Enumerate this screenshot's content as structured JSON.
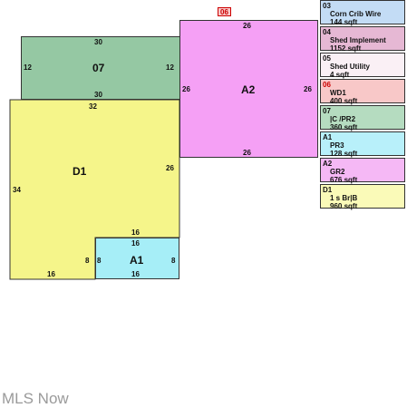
{
  "marker": {
    "code": "06"
  },
  "rooms": {
    "room07": {
      "label": "07",
      "top": "30",
      "bottom": "30",
      "left": "12",
      "right": "12",
      "color": "#95c8a3"
    },
    "roomA2": {
      "label": "A2",
      "top": "26",
      "bottom": "26",
      "left": "26",
      "right": "26",
      "color": "#f5a0f5"
    },
    "roomD1": {
      "label": "D1",
      "top": "32",
      "left": "34",
      "right": "26",
      "bottom": "16",
      "step_top": "16",
      "step_side": "8",
      "color": "#f5f58a"
    },
    "roomA1": {
      "label": "A1",
      "top": "16",
      "bottom": "16",
      "left": "8",
      "right": "8",
      "color": "#a6eef7"
    }
  },
  "legend": [
    {
      "code": "03",
      "name": "Corn Crib Wire",
      "area": "144 sqft",
      "color": "#c3dcf5",
      "code_color": "#111111"
    },
    {
      "code": "04",
      "name": "Shed Implement",
      "area": "1152 sqft",
      "color": "#e6b8d4",
      "code_color": "#111111"
    },
    {
      "code": "05",
      "name": "Shed Utility",
      "area": "4 sqft",
      "color": "#faf0f5",
      "code_color": "#111111"
    },
    {
      "code": "06",
      "name": "WD1",
      "area": "400 sqft",
      "color": "#f8c8c8",
      "code_color": "#cc0000"
    },
    {
      "code": "07",
      "name": "|C /PR2",
      "area": "360 sqft",
      "color": "#b5dcc0",
      "code_color": "#111111"
    },
    {
      "code": "A1",
      "name": "PR3",
      "area": "128 sqft",
      "color": "#b8f0fa",
      "code_color": "#111111"
    },
    {
      "code": "A2",
      "name": "GR2",
      "area": "676 sqft",
      "color": "#f5b8f5",
      "code_color": "#111111"
    },
    {
      "code": "D1",
      "name": "1 s Br|B",
      "area": "960 sqft",
      "color": "#fafab8",
      "code_color": "#111111"
    }
  ],
  "watermark": "MLS Now"
}
